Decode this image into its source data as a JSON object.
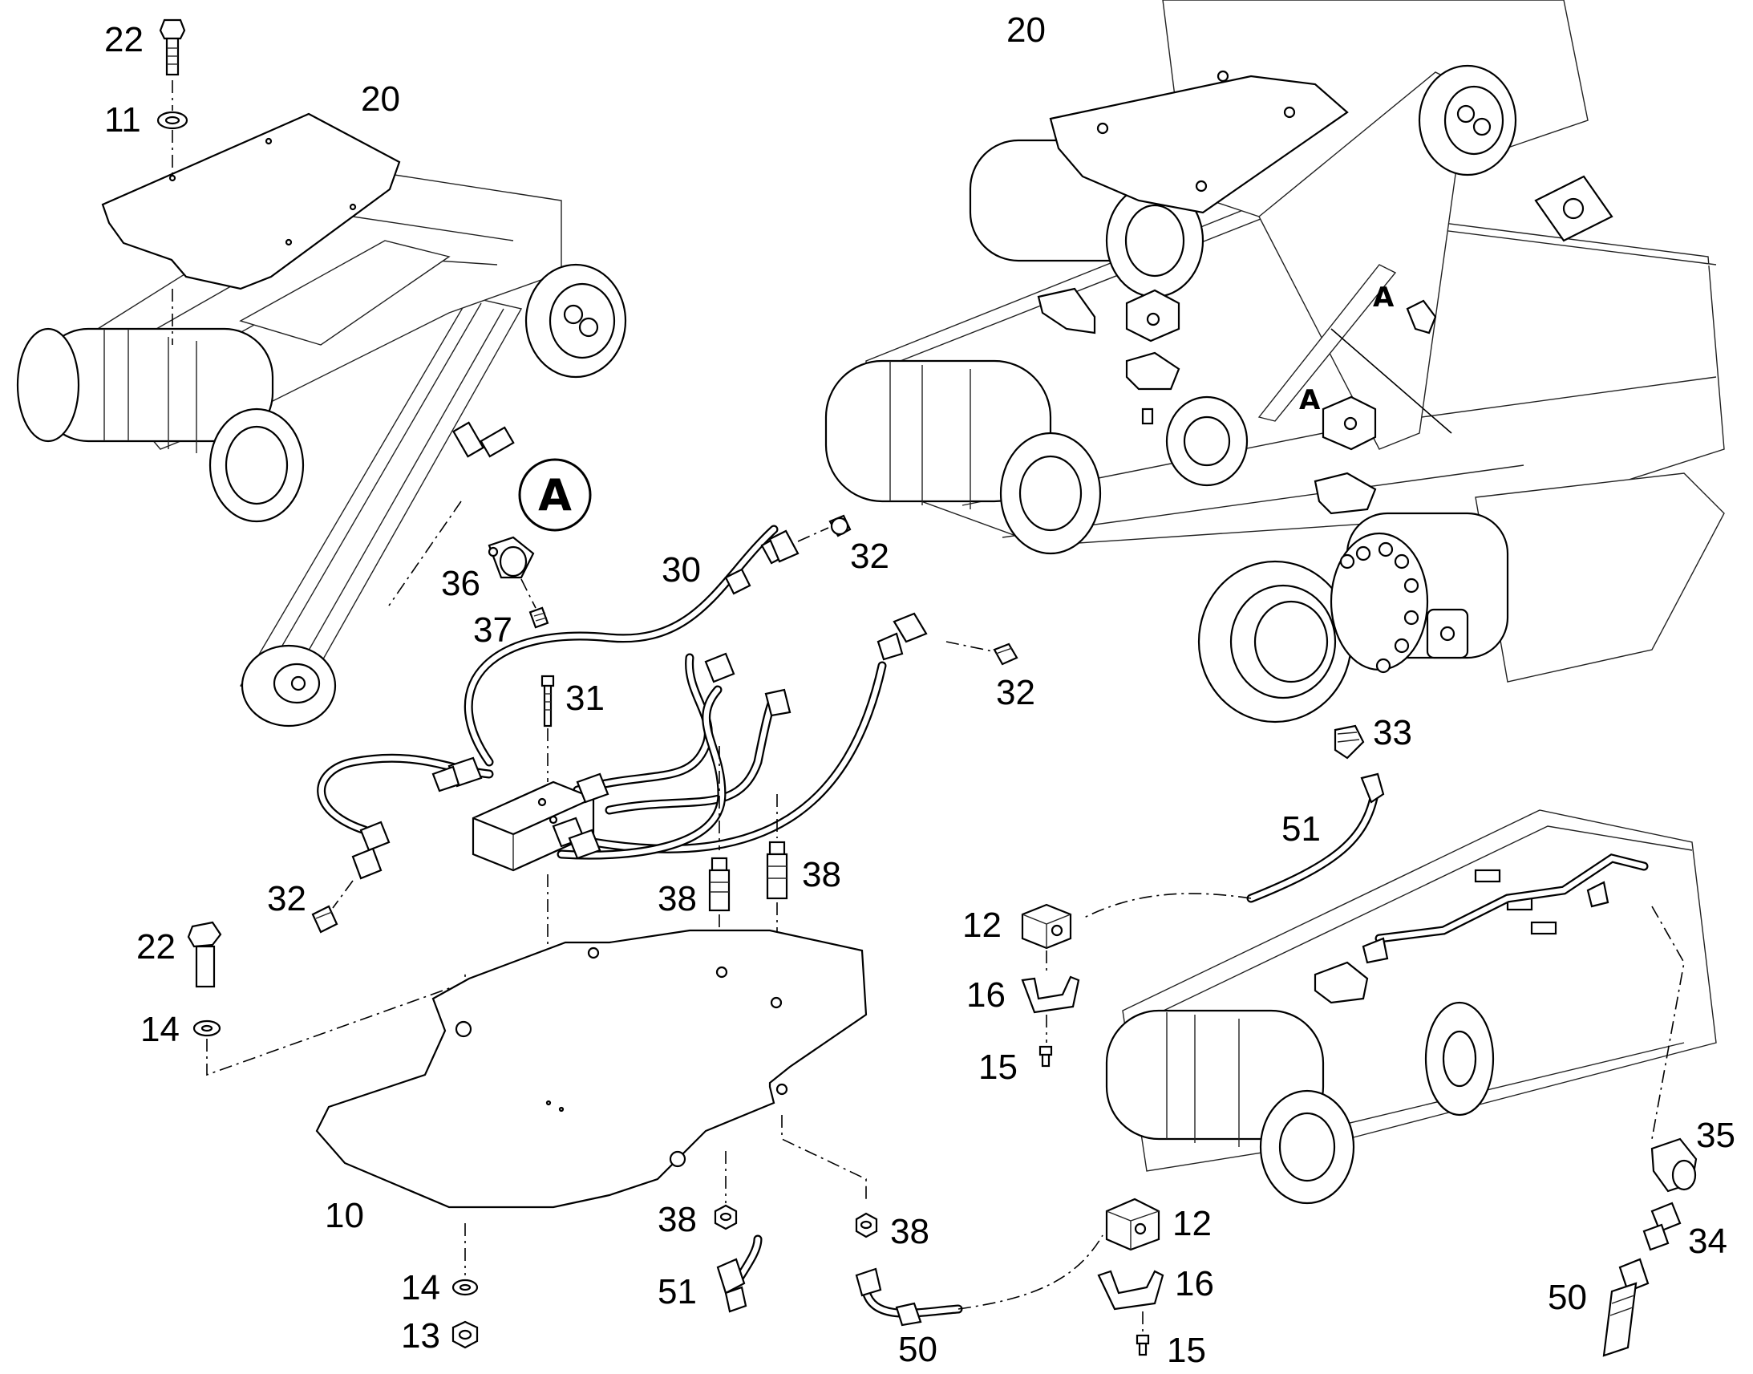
{
  "detail_marker": "A",
  "detail_tags": [
    "A",
    "A"
  ],
  "callouts": [
    {
      "id": "c22a",
      "label": "22"
    },
    {
      "id": "c11",
      "label": "11"
    },
    {
      "id": "c20a",
      "label": "20"
    },
    {
      "id": "c20b",
      "label": "20"
    },
    {
      "id": "c36",
      "label": "36"
    },
    {
      "id": "c37",
      "label": "37"
    },
    {
      "id": "c30",
      "label": "30"
    },
    {
      "id": "c32a",
      "label": "32"
    },
    {
      "id": "c31",
      "label": "31"
    },
    {
      "id": "c32b",
      "label": "32"
    },
    {
      "id": "c33",
      "label": "33"
    },
    {
      "id": "c51a",
      "label": "51"
    },
    {
      "id": "c32c",
      "label": "32"
    },
    {
      "id": "c38a",
      "label": "38"
    },
    {
      "id": "c38b",
      "label": "38"
    },
    {
      "id": "c22b",
      "label": "22"
    },
    {
      "id": "c14a",
      "label": "14"
    },
    {
      "id": "c12a",
      "label": "12"
    },
    {
      "id": "c16a",
      "label": "16"
    },
    {
      "id": "c15a",
      "label": "15"
    },
    {
      "id": "c10",
      "label": "10"
    },
    {
      "id": "c38c",
      "label": "38"
    },
    {
      "id": "c38d",
      "label": "38"
    },
    {
      "id": "c51b",
      "label": "51"
    },
    {
      "id": "c14b",
      "label": "14"
    },
    {
      "id": "c13",
      "label": "13"
    },
    {
      "id": "c50a",
      "label": "50"
    },
    {
      "id": "c12b",
      "label": "12"
    },
    {
      "id": "c16b",
      "label": "16"
    },
    {
      "id": "c15b",
      "label": "15"
    },
    {
      "id": "c35",
      "label": "35"
    },
    {
      "id": "c34",
      "label": "34"
    },
    {
      "id": "c50b",
      "label": "50"
    }
  ]
}
